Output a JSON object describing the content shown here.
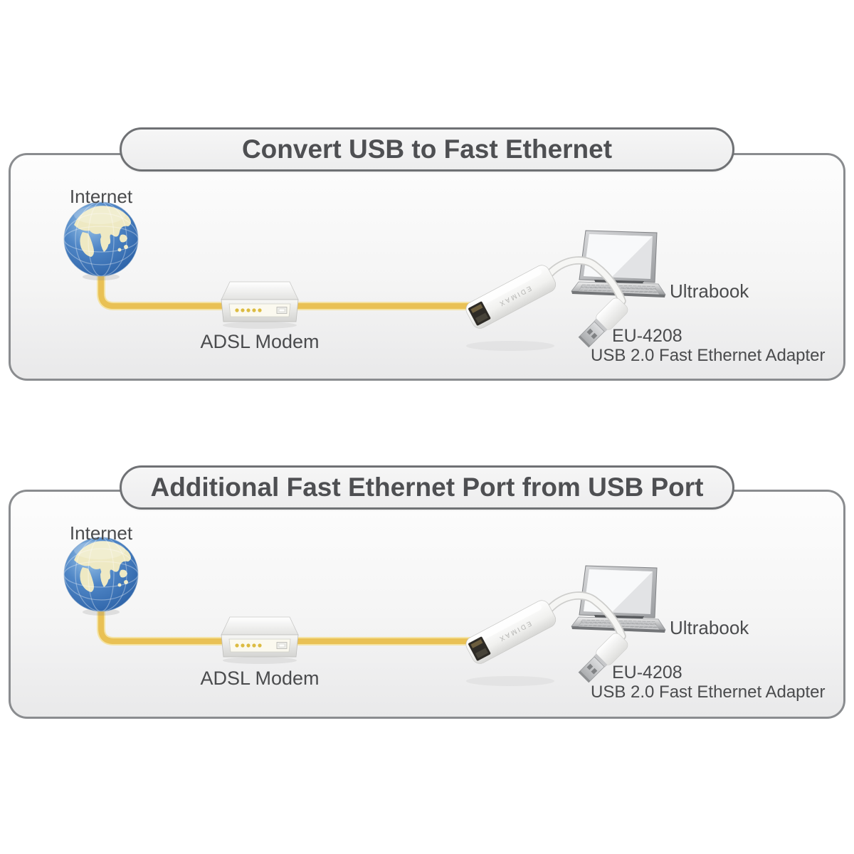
{
  "panels": [
    {
      "title": "Convert USB to Fast Ethernet",
      "internet_label": "Internet",
      "modem_label": "ADSL Modem",
      "laptop_label": "Ultrabook",
      "adapter_model": "EU-4208",
      "adapter_description": "USB 2.0 Fast Ethernet Adapter",
      "adapter_brand": "EDIMAX"
    },
    {
      "title": "Additional Fast Ethernet Port from USB Port",
      "internet_label": "Internet",
      "modem_label": "ADSL Modem",
      "laptop_label": "Ultrabook",
      "adapter_model": "EU-4208",
      "adapter_description": "USB 2.0 Fast Ethernet Adapter",
      "adapter_brand": "EDIMAX"
    }
  ],
  "colors": {
    "background": "#FFFFFF",
    "panel_border": "#8A8C8F",
    "pill_border": "#6F7174",
    "title_text": "#4E4F52",
    "label_text": "#4A4B4D",
    "cable_yellow": "#E9C155",
    "cable_yellow_halo": "#F4E3A4",
    "globe_ocean": "#3F79BC",
    "globe_land": "#EEE9C3",
    "modem_led": "#DCBC42",
    "adapter_body": "#F7F7F5",
    "rj45_port": "#2E2B26"
  }
}
